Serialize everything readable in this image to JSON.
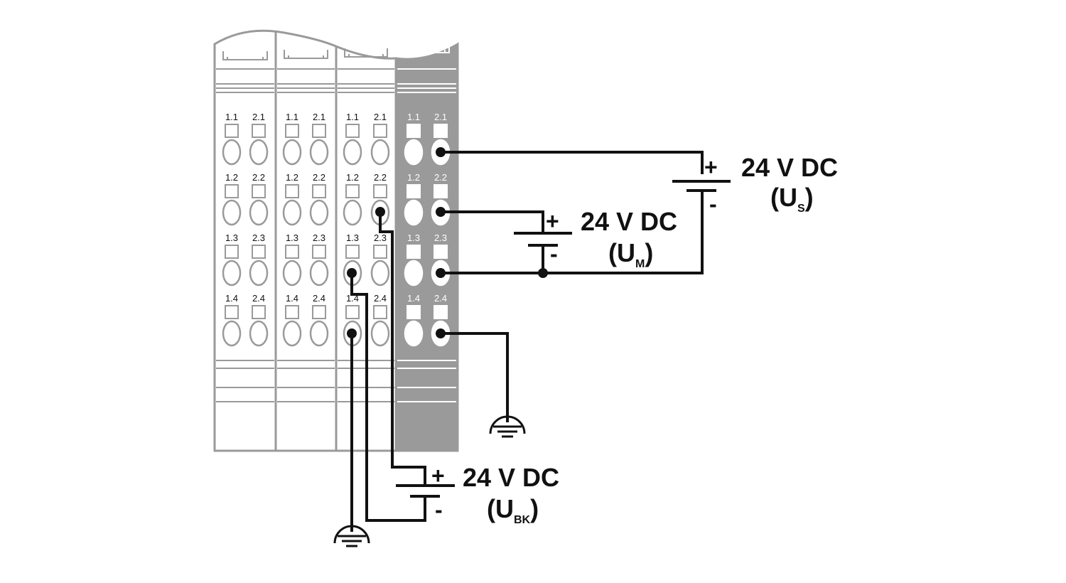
{
  "modules": {
    "terminal_labels": [
      [
        "1.1",
        "2.1"
      ],
      [
        "1.2",
        "2.2"
      ],
      [
        "1.3",
        "2.3"
      ],
      [
        "1.4",
        "2.4"
      ]
    ]
  },
  "supplies": [
    {
      "id": "us",
      "voltage": "24 V DC",
      "symbol": "U",
      "subscript": "S",
      "plus": "+",
      "minus": "-"
    },
    {
      "id": "um",
      "voltage": "24 V DC",
      "symbol": "U",
      "subscript": "M",
      "plus": "+",
      "minus": "-"
    },
    {
      "id": "ubk",
      "voltage": "24 V DC",
      "symbol": "U",
      "subscript": "BK",
      "plus": "+",
      "minus": "-"
    }
  ],
  "colors": {
    "module_outline": "#9a9a9a",
    "power_module_fill": "#9a9a9a",
    "wire": "#111111",
    "background": "#ffffff"
  }
}
